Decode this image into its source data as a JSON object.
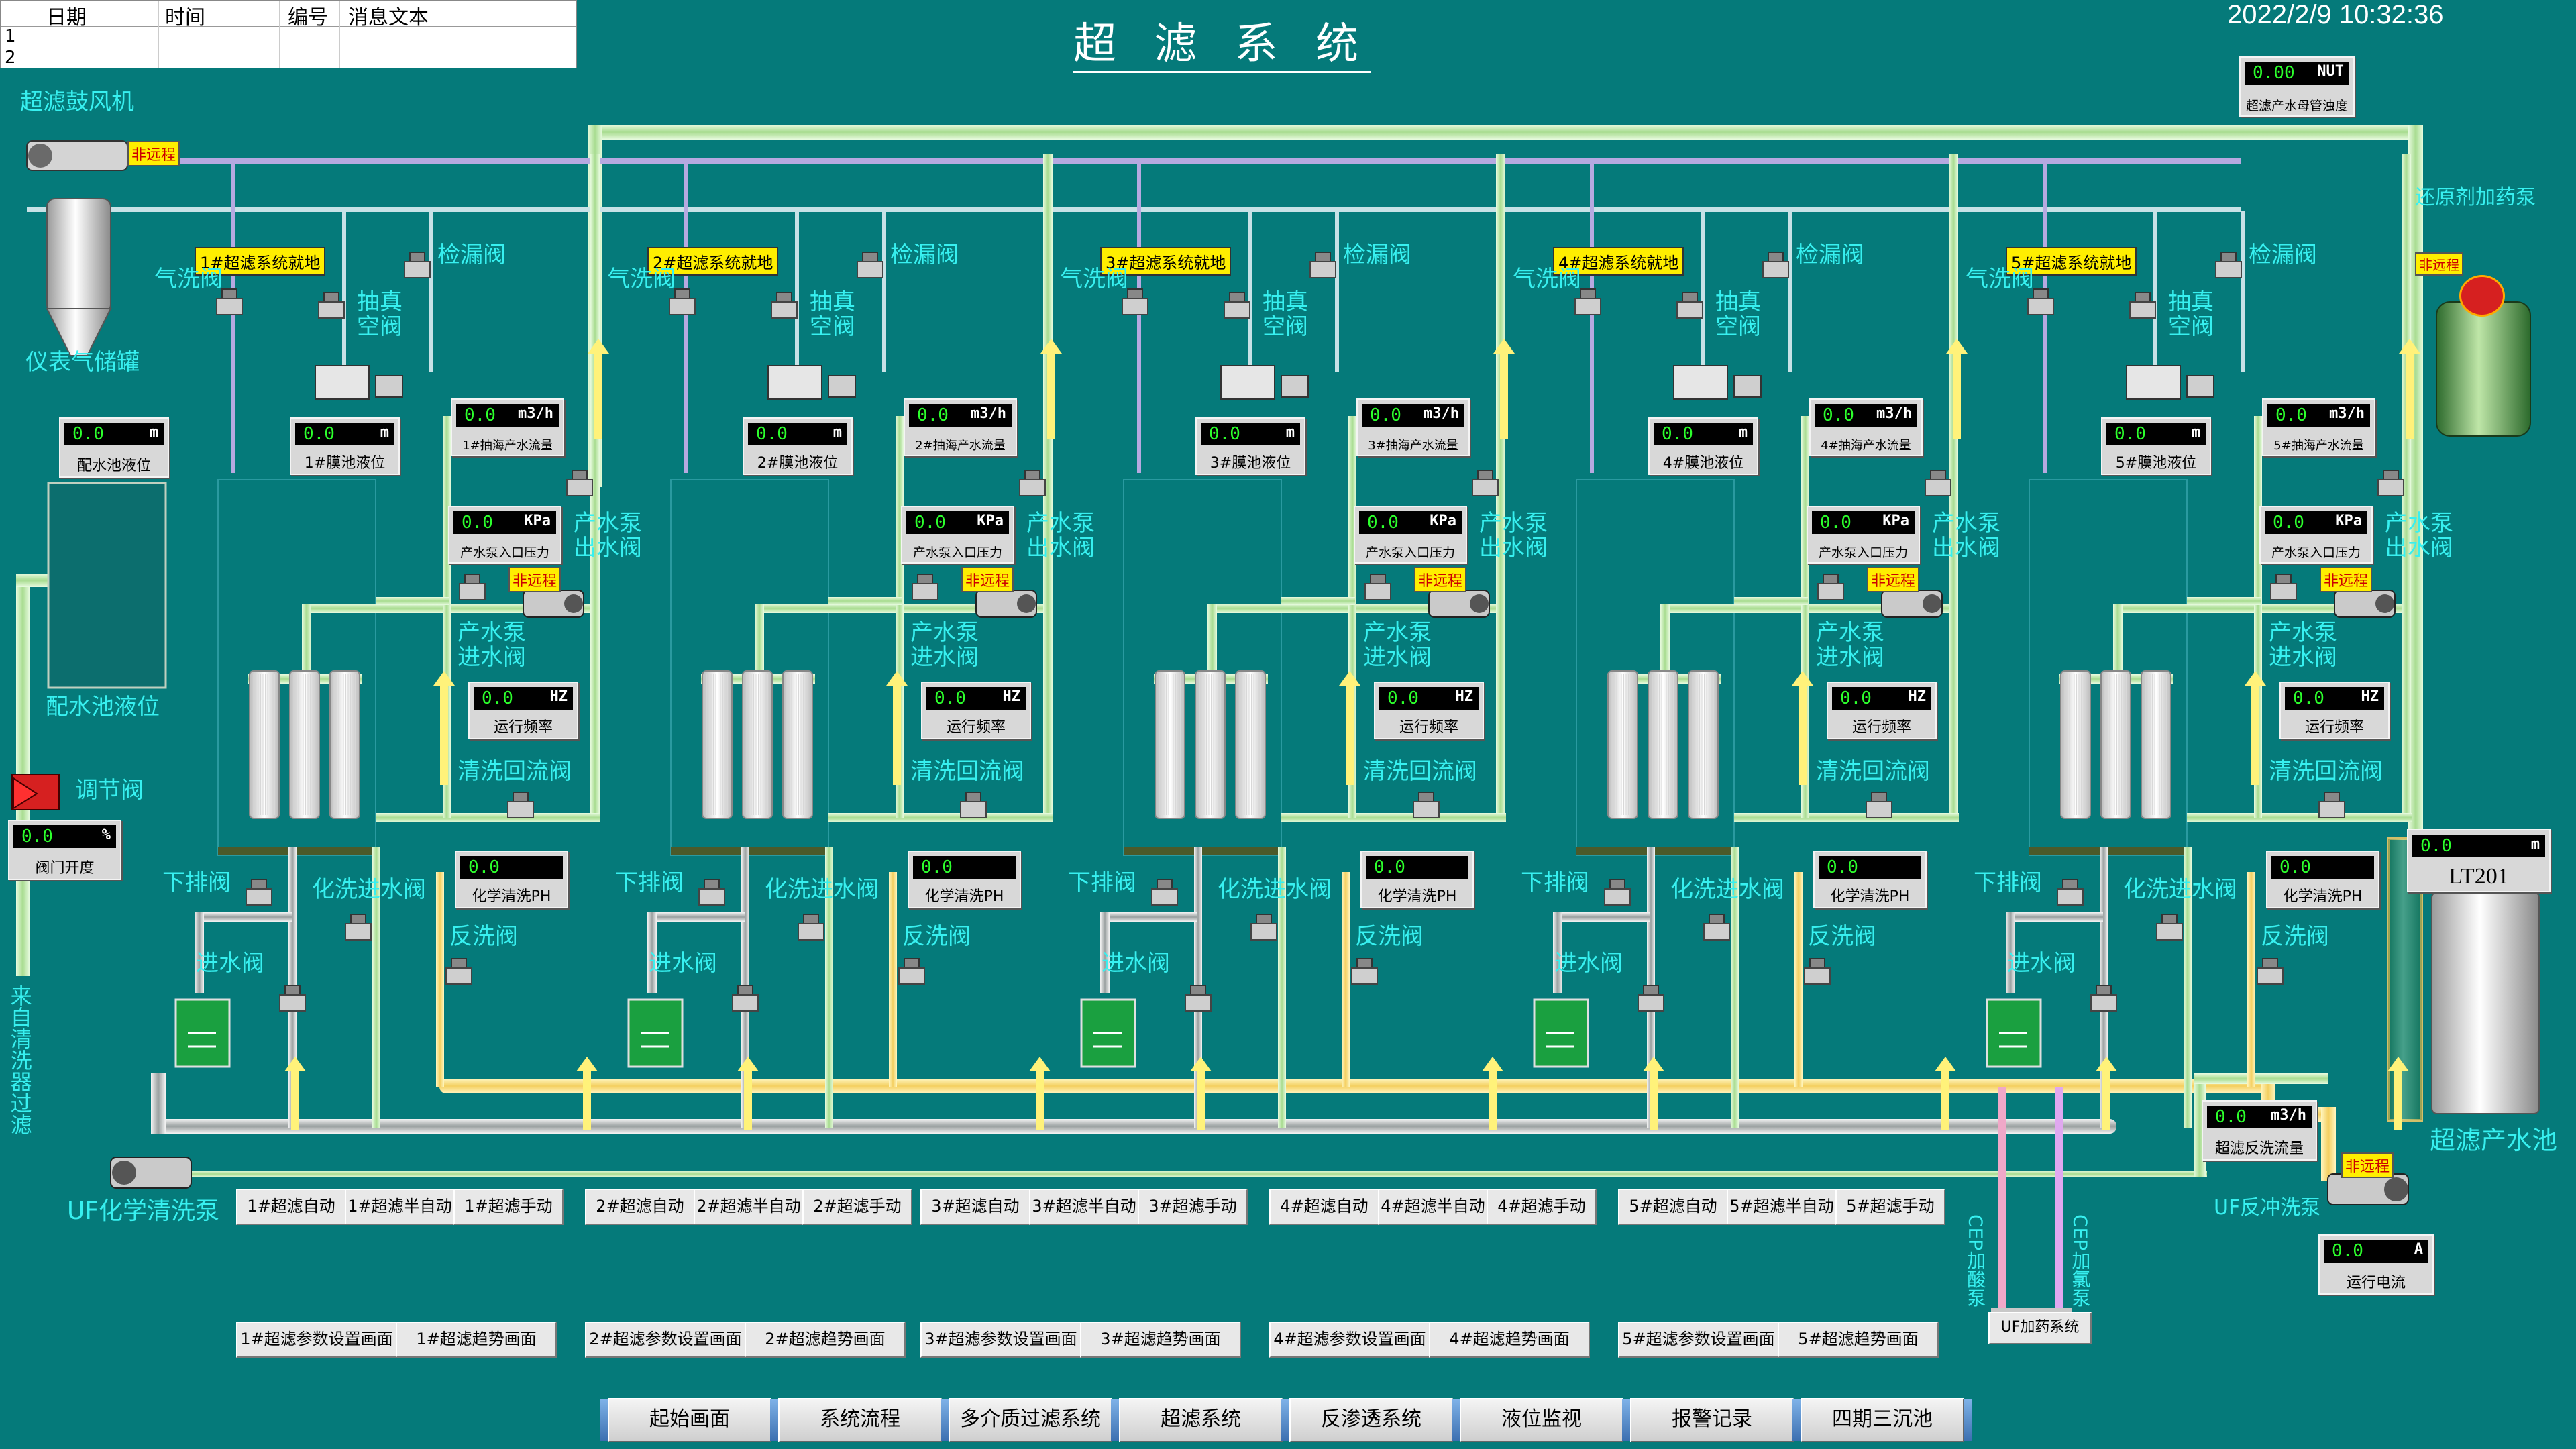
{
  "title": "超 滤 系 统",
  "datetime": "2022/2/9 10:32:36",
  "alarm_table": {
    "headers": [
      "日期",
      "时间",
      "编号",
      "消息文本"
    ],
    "rows": [
      "1",
      "2"
    ]
  },
  "colors": {
    "background": "#057a7a",
    "label": "#37f0f0",
    "pipe_main": "#c8f0b4",
    "pipe_yellow": "#ffe680",
    "pipe_gray": "#c0c4c4",
    "tag": "#ffee00"
  },
  "left": {
    "blower": "超滤鼓风机",
    "blower_remote": "非远程",
    "air_tank": "仪表气储罐",
    "feed_level": {
      "value": "0.0",
      "unit": "m",
      "caption": "配水池液位"
    },
    "feed_level_label": "配水池液位",
    "reg_valve": "调节阀",
    "valve_open": {
      "value": "0.0",
      "unit": "%",
      "caption": "阀门开度"
    },
    "source": "来自清洗器过滤"
  },
  "units": [
    {
      "ready": "1#超滤系统就地",
      "tank": {
        "value": "0.0",
        "unit": "m",
        "caption": "1#膜池液位"
      },
      "flow": {
        "value": "0.0",
        "unit": "m3/h",
        "caption": "1#抽海产水流量"
      },
      "press": {
        "value": "0.0",
        "unit": "KPa",
        "caption": "产水泵入口压力"
      },
      "freq": {
        "value": "0.0",
        "unit": "HZ",
        "caption": "运行频率"
      },
      "ph": {
        "value": "0.0",
        "unit": "",
        "caption": "化学清洗PH"
      },
      "remote": "非远程",
      "auto": "1#超滤自动",
      "semi": "1#超滤半自动",
      "manual": "1#超滤手动",
      "param": "1#超滤参数设置画面",
      "trend": "1#超滤趋势画面"
    },
    {
      "ready": "2#超滤系统就地",
      "tank": {
        "value": "0.0",
        "unit": "m",
        "caption": "2#膜池液位"
      },
      "flow": {
        "value": "0.0",
        "unit": "m3/h",
        "caption": "2#抽海产水流量"
      },
      "press": {
        "value": "0.0",
        "unit": "KPa",
        "caption": "产水泵入口压力"
      },
      "freq": {
        "value": "0.0",
        "unit": "HZ",
        "caption": "运行频率"
      },
      "ph": {
        "value": "0.0",
        "unit": "",
        "caption": "化学清洗PH"
      },
      "remote": "非远程",
      "auto": "2#超滤自动",
      "semi": "2#超滤半自动",
      "manual": "2#超滤手动",
      "param": "2#超滤参数设置画面",
      "trend": "2#超滤趋势画面"
    },
    {
      "ready": "3#超滤系统就地",
      "tank": {
        "value": "0.0",
        "unit": "m",
        "caption": "3#膜池液位"
      },
      "flow": {
        "value": "0.0",
        "unit": "m3/h",
        "caption": "3#抽海产水流量"
      },
      "press": {
        "value": "0.0",
        "unit": "KPa",
        "caption": "产水泵入口压力"
      },
      "freq": {
        "value": "0.0",
        "unit": "HZ",
        "caption": "运行频率"
      },
      "ph": {
        "value": "0.0",
        "unit": "",
        "caption": "化学清洗PH"
      },
      "remote": "非远程",
      "auto": "3#超滤自动",
      "semi": "3#超滤半自动",
      "manual": "3#超滤手动",
      "param": "3#超滤参数设置画面",
      "trend": "3#超滤趋势画面"
    },
    {
      "ready": "4#超滤系统就地",
      "tank": {
        "value": "0.0",
        "unit": "m",
        "caption": "4#膜池液位"
      },
      "flow": {
        "value": "0.0",
        "unit": "m3/h",
        "caption": "4#抽海产水流量"
      },
      "press": {
        "value": "0.0",
        "unit": "KPa",
        "caption": "产水泵入口压力"
      },
      "freq": {
        "value": "0.0",
        "unit": "HZ",
        "caption": "运行频率"
      },
      "ph": {
        "value": "0.0",
        "unit": "",
        "caption": "化学清洗PH"
      },
      "remote": "非远程",
      "auto": "4#超滤自动",
      "semi": "4#超滤半自动",
      "manual": "4#超滤手动",
      "param": "4#超滤参数设置画面",
      "trend": "4#超滤趋势画面"
    },
    {
      "ready": "5#超滤系统就地",
      "tank": {
        "value": "0.0",
        "unit": "m",
        "caption": "5#膜池液位"
      },
      "flow": {
        "value": "0.0",
        "unit": "m3/h",
        "caption": "5#抽海产水流量"
      },
      "press": {
        "value": "0.0",
        "unit": "KPa",
        "caption": "产水泵入口压力"
      },
      "freq": {
        "value": "0.0",
        "unit": "HZ",
        "caption": "运行频率"
      },
      "ph": {
        "value": "0.0",
        "unit": "",
        "caption": "化学清洗PH"
      },
      "remote": "非远程",
      "auto": "5#超滤自动",
      "semi": "5#超滤半自动",
      "manual": "5#超滤手动",
      "param": "5#超滤参数设置画面",
      "trend": "5#超滤趋势画面"
    }
  ],
  "unit_labels": {
    "air_wash": "气洗阀",
    "leak_check": "检漏阀",
    "vacuum": "抽真\n空阀",
    "pump_out": "产水泵\n出水阀",
    "pump_in": "产水泵\n进水阀",
    "clean_return": "清洗回流阀",
    "drain": "下排阀",
    "chem_in": "化洗进水阀",
    "inlet": "进水阀",
    "backwash": "反洗阀"
  },
  "right": {
    "turbidity": {
      "value": "0.00",
      "unit": "NUT",
      "caption": "超滤产水母管浊度"
    },
    "reducer": "还原剂加药泵",
    "reducer_remote": "非远程",
    "lt201": {
      "value": "0.0",
      "unit": "m",
      "caption": "LT201"
    },
    "product_tank": "超滤产水池",
    "backwash_flow": {
      "value": "0.0",
      "unit": "m3/h",
      "caption": "超滤反洗流量"
    },
    "backwash_remote": "非远程",
    "backwash_pump": "UF反冲洗泵",
    "current": {
      "value": "0.0",
      "unit": "A",
      "caption": "运行电流"
    }
  },
  "bottom": {
    "chem_pump": "UF化学清洗泵",
    "cep_acid": "CEP加酸泵",
    "cep_chlorine": "CEP加氯泵",
    "dosing_system": "UF加药系统"
  },
  "nav": [
    "起始画面",
    "系统流程",
    "多介质过滤系统",
    "超滤系统",
    "反渗透系统",
    "液位监视",
    "报警记录",
    "四期三沉池"
  ]
}
